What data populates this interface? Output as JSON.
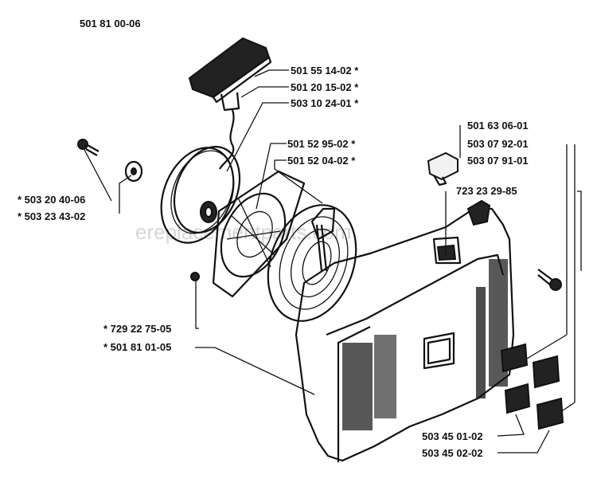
{
  "assembly_number": "501 81 00-06",
  "watermark": "ereplacementparts.com",
  "labels": {
    "l1": "501 55 14-02  *",
    "l2": "501 20 15-02  *",
    "l3": "503 10 24-01  *",
    "l4": "501 52 95-02  *",
    "l5": "501 52 04-02  *",
    "l6": "501 63 06-01",
    "l7": "503 07 92-01",
    "l8": "503 07 91-01",
    "l9": "723 23 29-85",
    "l10": "*  503 20 40-06",
    "l11": "*  503 23 43-02",
    "l12": "*  729 22 75-05",
    "l13": "*  501 81 01-05",
    "l14": "503 45 01-02",
    "l15": "503 45 02-02"
  }
}
